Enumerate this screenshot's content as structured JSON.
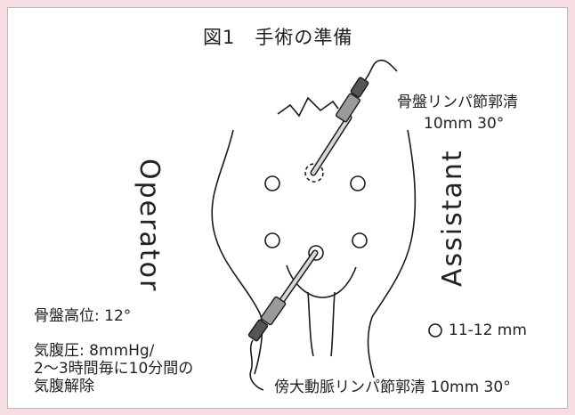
{
  "figure_title": "図1　手術の準備",
  "labels": {
    "operator": "Operator",
    "assistant": "Assistant",
    "upper_port": "骨盤リンパ節郭清",
    "upper_port_spec": "10mm 30°",
    "lower_port": "傍大動脈リンパ節郭清 10mm 30°",
    "port_legend": "11-12 mm"
  },
  "settings": {
    "pelvic_elevation": "骨盤高位: 12°",
    "pneumoperitoneum_line1": "気腹圧: 8mmHg/",
    "pneumoperitoneum_line2": "2〜3時間毎に10分間の",
    "pneumoperitoneum_line3": "気腹解除"
  },
  "colors": {
    "page_background": "#f6dde2",
    "panel_background": "#ffffff",
    "line": "#1a1a1a",
    "scope_gray": "#9a9a9a"
  },
  "icons": [
    "laparoscope-icon",
    "trocar-port-icon"
  ]
}
